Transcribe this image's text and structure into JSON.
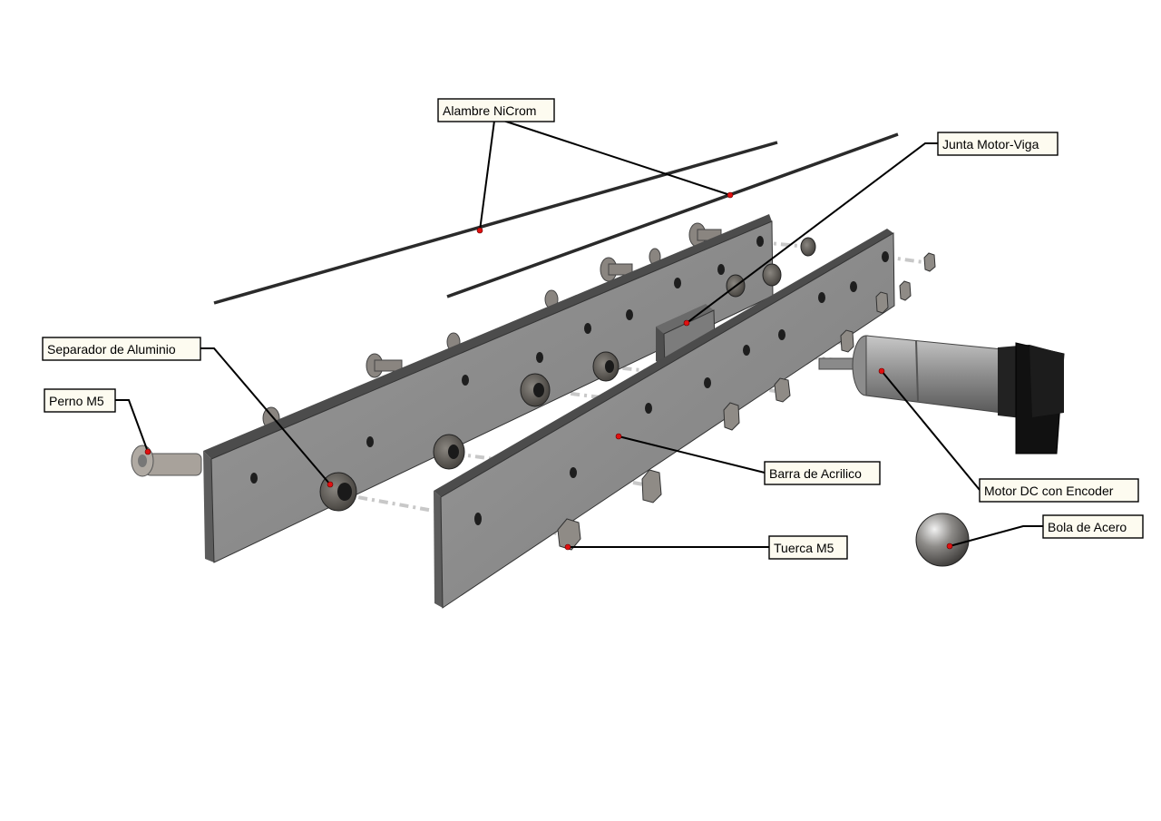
{
  "callouts": {
    "alambre_nicrom": "Alambre NiCrom",
    "junta_motor_viga": "Junta Motor-Viga",
    "separador_aluminio": "Separador de Aluminio",
    "perno_m5": "Perno M5",
    "barra_acrilico": "Barra de Acrilico",
    "motor_dc_encoder": "Motor DC con Encoder",
    "bola_acero": "Bola de Acero",
    "tuerca_m5": "Tuerca M5"
  },
  "colors": {
    "bar_face": "#8a8a8a",
    "bar_edge": "#5a5a5a",
    "hardware": "#6e6a64",
    "motor_body": "#9c9c9c",
    "motor_cap": "#111111",
    "callout_fill": "#fdfbf0",
    "callout_dot": "#e01010"
  }
}
